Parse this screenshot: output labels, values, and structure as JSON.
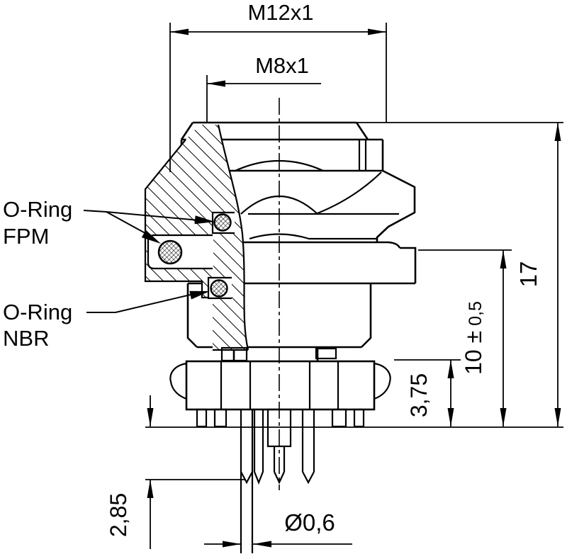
{
  "dims": {
    "m12": "M12x1",
    "m8": "M8x1",
    "overall_height": "17",
    "mount_height": "10 ±",
    "mount_height_tol": " 0,5",
    "flange_height": "3,75",
    "pin_protrusion": "2,85",
    "pin_diameter": "Ø0,6"
  },
  "orings": {
    "fpm": {
      "line1": "O-Ring",
      "line2": "FPM"
    },
    "nbr": {
      "line1": "O-Ring",
      "line2": "NBR"
    }
  },
  "colors": {
    "ink": "#000000",
    "paper": "#ffffff"
  }
}
